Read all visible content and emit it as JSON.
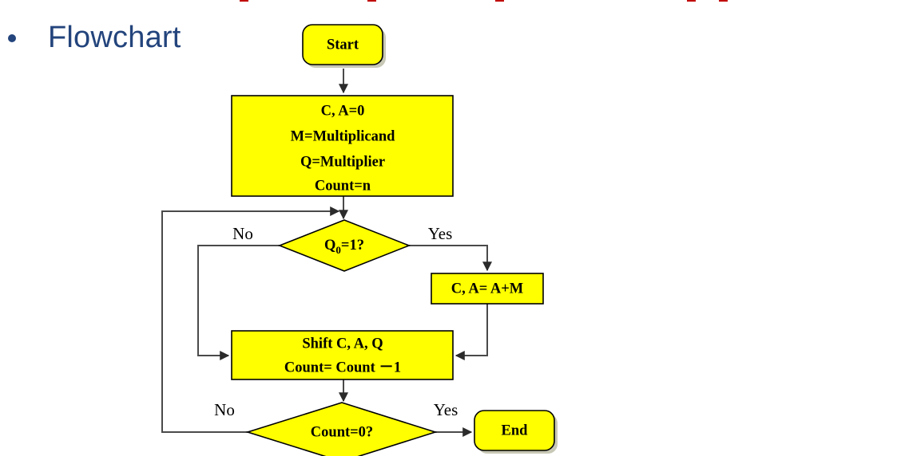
{
  "slide": {
    "background_color": "#ffffff",
    "bullet": {
      "marker": "•",
      "text": "Flowchart",
      "color": "#23447c"
    },
    "cropped_top_text_color": "#c00000"
  },
  "flowchart": {
    "title": "Flowchart",
    "shape_fill": "#ffff00",
    "shape_border": "#000000",
    "connector_color": "#4a4a4a",
    "nodes": [
      {
        "id": "start",
        "type": "terminator",
        "label": "Start"
      },
      {
        "id": "init",
        "type": "process",
        "label_lines": [
          "C, A=0",
          "M=Multiplicand",
          "Q=Multiplier",
          "Count=n"
        ]
      },
      {
        "id": "q0",
        "type": "decision",
        "label": "Q0=1?",
        "label_base": "Q",
        "label_sub": "0",
        "label_rest": "=1?"
      },
      {
        "id": "add",
        "type": "process",
        "label": "C, A= A+M"
      },
      {
        "id": "shift",
        "type": "process",
        "label_lines": [
          "Shift C, A, Q",
          "Count= Count －1"
        ]
      },
      {
        "id": "countz",
        "type": "decision",
        "label": "Count=0?"
      },
      {
        "id": "end",
        "type": "terminator",
        "label": "End"
      }
    ],
    "edges": [
      {
        "from": "start",
        "to": "init",
        "label": ""
      },
      {
        "from": "init",
        "to": "q0",
        "label": ""
      },
      {
        "from": "q0",
        "to": "add",
        "label": "Yes"
      },
      {
        "from": "q0",
        "to": "shift",
        "label": "No"
      },
      {
        "from": "add",
        "to": "shift",
        "label": ""
      },
      {
        "from": "shift",
        "to": "countz",
        "label": ""
      },
      {
        "from": "countz",
        "to": "end",
        "label": "Yes"
      },
      {
        "from": "countz",
        "to": "q0",
        "label": "No"
      }
    ],
    "branch_labels": {
      "q0_no": "No",
      "q0_yes": "Yes",
      "countz_no": "No",
      "countz_yes": "Yes"
    }
  }
}
